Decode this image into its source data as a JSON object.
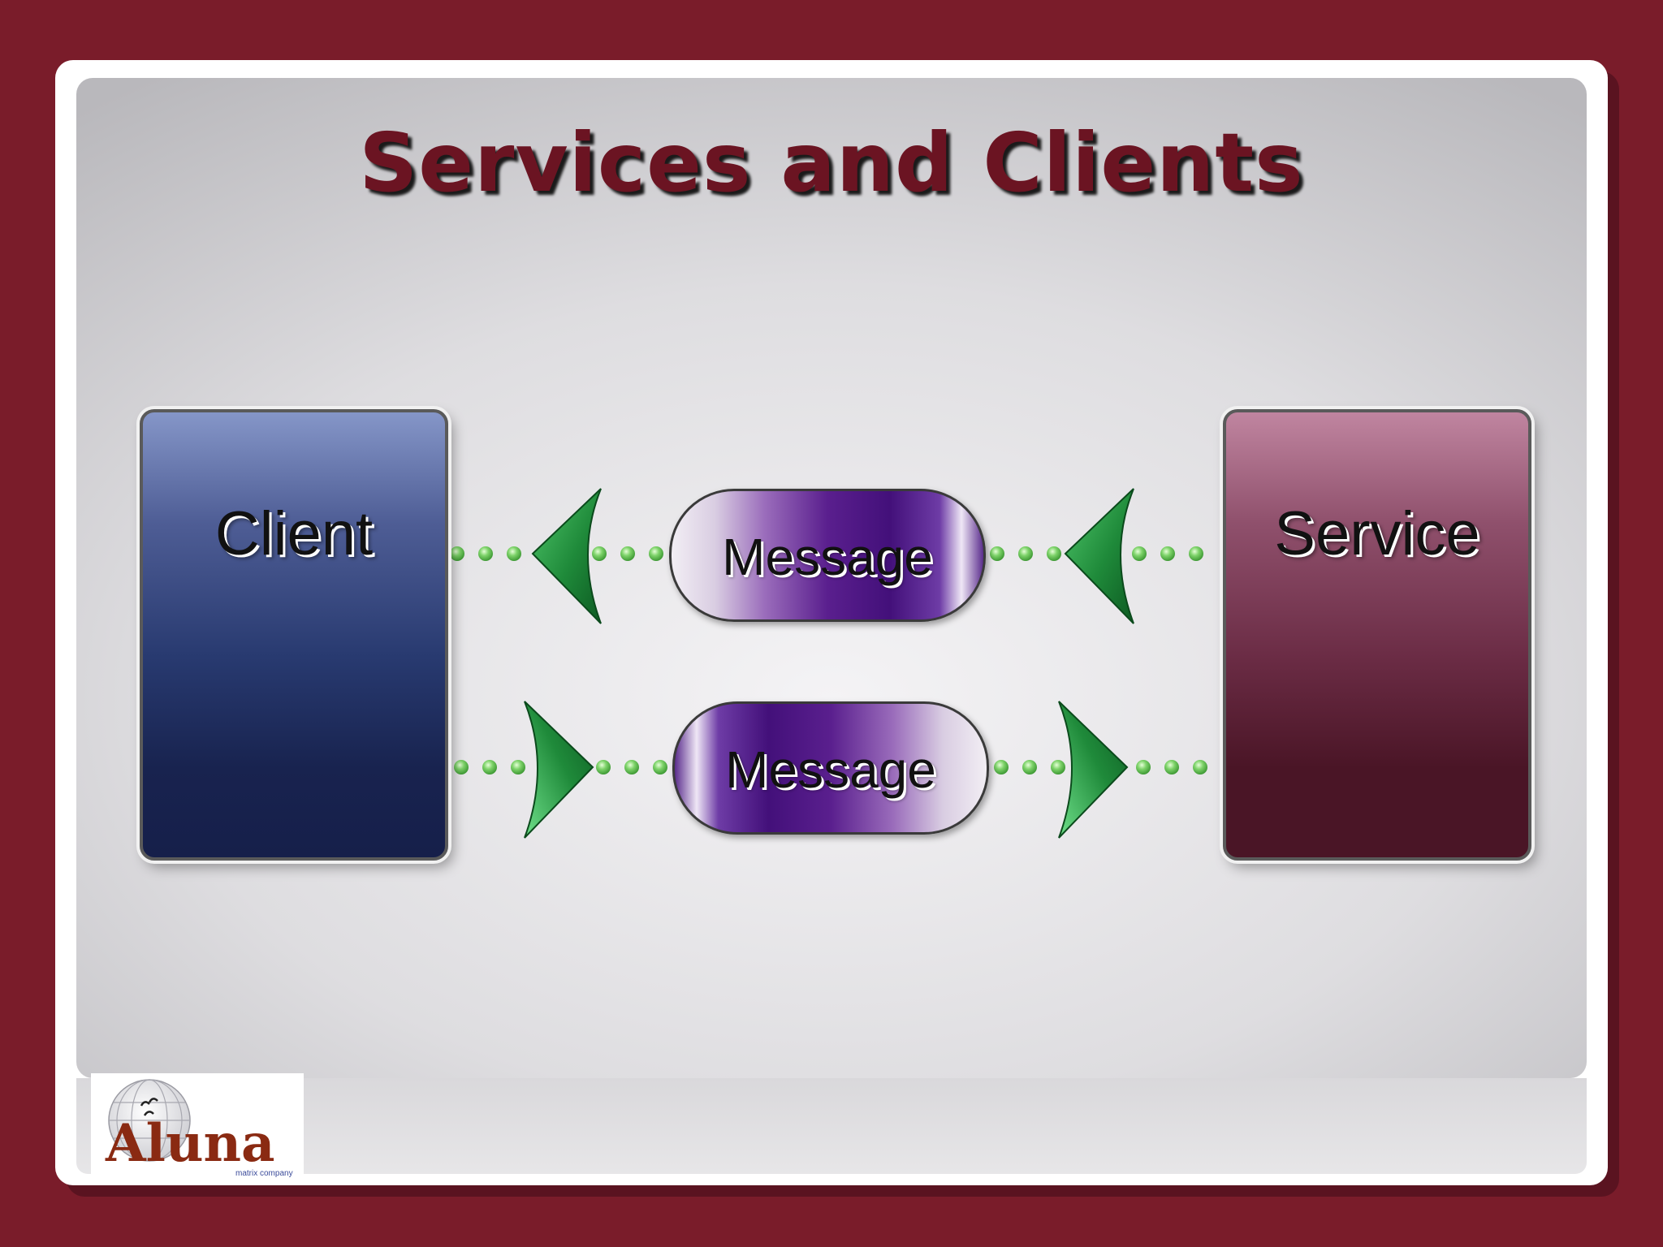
{
  "slide": {
    "title": "Services and Clients"
  },
  "diagram": {
    "client_label": "Client",
    "service_label": "Service",
    "messages": [
      {
        "label": "Message",
        "direction": "to-client"
      },
      {
        "label": "Message",
        "direction": "to-service"
      }
    ]
  },
  "logo": {
    "name": "Aluna",
    "tagline": "matrix company"
  },
  "colors": {
    "background": "#7a1c2a",
    "title": "#6b1422",
    "client_box": "#283a70",
    "service_box": "#6b2c45",
    "message_pill": "#43107a",
    "arrow": "#1f8a3a",
    "dots": "#7ed36a"
  }
}
